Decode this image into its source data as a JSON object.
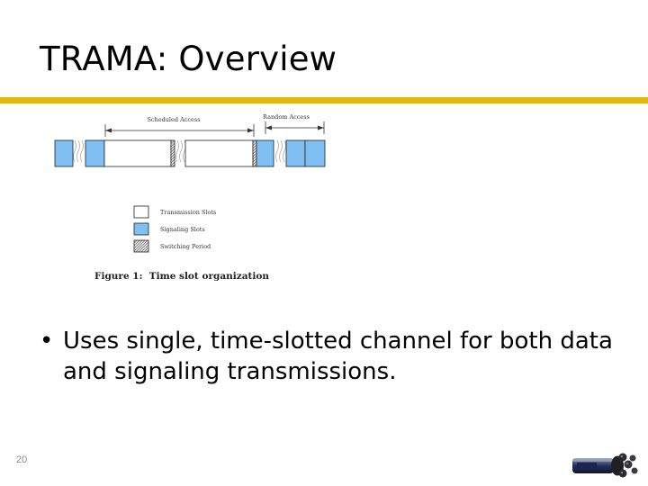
{
  "slide": {
    "title": "TRAMA: Overview",
    "number": "20",
    "accent_color": "#e4b814"
  },
  "figure": {
    "label_scheduled": "Scheduled Access",
    "label_random": "Random Access",
    "legend": [
      {
        "label": "Transmission Slots",
        "fill": "#ffffff"
      },
      {
        "label": "Signaling Slots",
        "fill": "#7fbff2"
      },
      {
        "label": "Switching Period",
        "fill": "#c8c8c8"
      }
    ],
    "caption": "Figure 1:  Time slot organization",
    "signaling_color": "#7fbff2"
  },
  "bullet": {
    "symbol": "•",
    "text": "Uses single, time-slotted channel for both data and signaling transmissions."
  },
  "logo": {
    "icon": "sensor-device-icon"
  }
}
